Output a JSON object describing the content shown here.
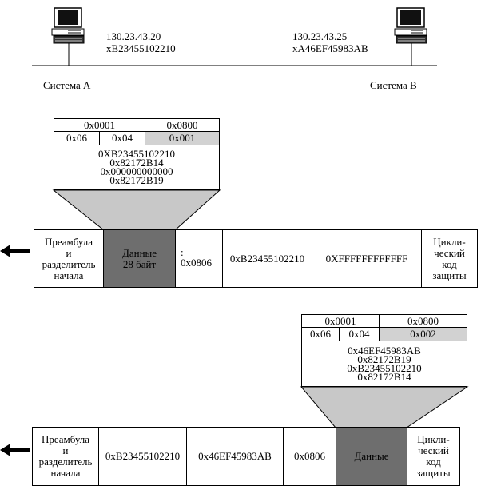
{
  "network": {
    "system_a": {
      "ip": "130.23.43.20",
      "mac": "xB23455102210",
      "label": "Система А",
      "icon": "computer-icon"
    },
    "system_b": {
      "ip": "130.23.43.25",
      "mac": "xA46EF45983AB",
      "label": "Система В",
      "icon": "computer-icon"
    }
  },
  "arp_request": {
    "header_row1": [
      "0x0001",
      "0x0800"
    ],
    "header_row2": [
      "0x06",
      "0x04",
      "0x001"
    ],
    "data_lines": [
      "0XB23455102210",
      "0x82172B14",
      "0x000000000000",
      "0x82172B19"
    ],
    "frame": {
      "preamble": [
        "Преамбула",
        "и",
        "разделитель",
        "начала"
      ],
      "data": [
        "Данные",
        "28 байт"
      ],
      "type_mark": ":",
      "type": "0x0806",
      "src": "0xB23455102210",
      "dst": "0XFFFFFFFFFFFF",
      "crc": [
        "Цикли-",
        "ческий",
        "код",
        "защиты"
      ]
    },
    "arrow_icon": "arrow-left-icon"
  },
  "arp_reply": {
    "header_row1": [
      "0x0001",
      "0x0800"
    ],
    "header_row2": [
      "0x06",
      "0x04",
      "0x002"
    ],
    "data_lines": [
      "0x46EF45983AB",
      "0x82172B19",
      "0xB23455102210",
      "0x82172B14"
    ],
    "frame": {
      "preamble": [
        "Преамбула",
        "и",
        "разделитель",
        "начала"
      ],
      "dst": "0xB23455102210",
      "src": "0x46EF45983AB",
      "type": "0x0806",
      "data": "Данные",
      "crc": [
        "Цикли-",
        "ческий",
        "код",
        "защиты"
      ]
    },
    "arrow_icon": "arrow-left-icon"
  },
  "colors": {
    "data_field": "#6e6e6e",
    "opcode_field": "#d2d2d2",
    "trapezoid": "#c8c8c8"
  }
}
